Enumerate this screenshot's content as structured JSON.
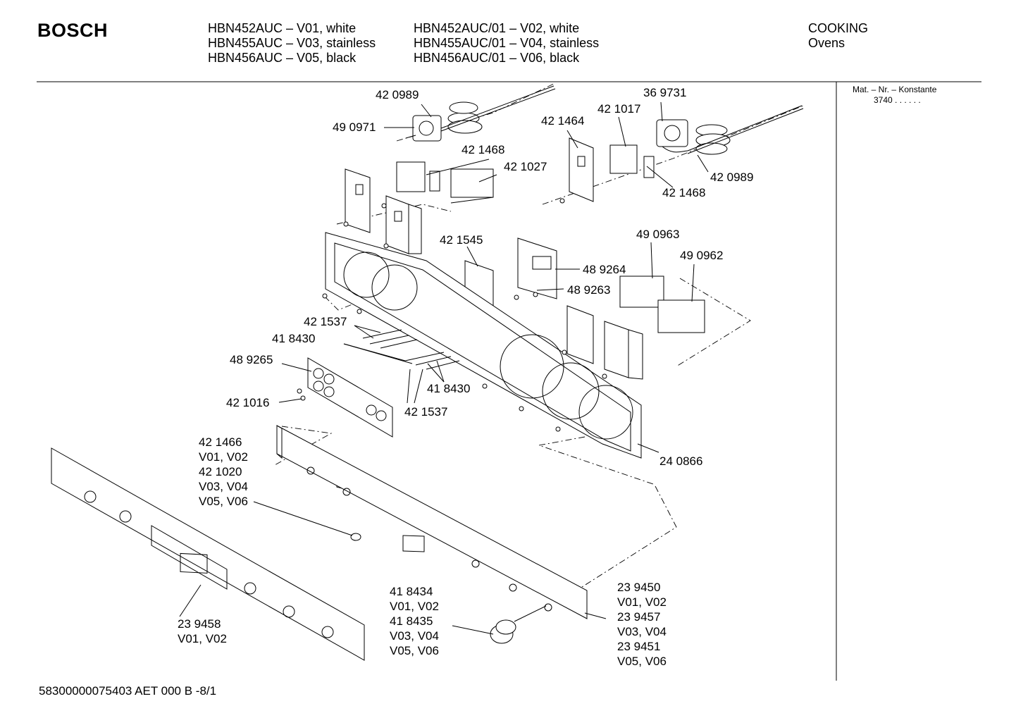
{
  "header": {
    "brand": "BOSCH",
    "models_left": [
      "HBN452AUC – V01, white",
      "HBN455AUC – V03, stainless",
      "HBN456AUC – V05, black"
    ],
    "models_right": [
      "HBN452AUC/01 – V02, white",
      "HBN455AUC/01 – V04, stainless",
      "HBN456AUC/01 – V06, black"
    ],
    "category": "COOKING",
    "subcategory": "Ovens"
  },
  "sidebar": {
    "mat_label": "Mat. – Nr. – Konstante",
    "mat_value": "3740  .  .  .  .  .  ."
  },
  "footer": {
    "doc_number": "58300000075403 AET 000 B -8/1"
  },
  "callouts": {
    "c1": "42 0989",
    "c2": "49 0971",
    "c3": "36 9731",
    "c4": "42 1017",
    "c5": "42 1464",
    "c6": "42 1468",
    "c7": "42 1027",
    "c8": "42 0989",
    "c9": "42 1468",
    "c10": "42 1545",
    "c11": "49 0963",
    "c12": "49 0962",
    "c13": "48 9264",
    "c14": "48 9263",
    "c15": "42 1537",
    "c16": "41 8430",
    "c17": "48 9265",
    "c18": "42 1016",
    "c19": "41 8430",
    "c20": "42 1537",
    "c21": "24 0866",
    "c22": [
      "42 1466",
      "V01, V02",
      "42 1020",
      "V03, V04",
      "V05, V06"
    ],
    "c23": [
      "23 9450",
      "V01, V02",
      "23 9457",
      "V03, V04",
      "23 9451",
      "V05, V06"
    ],
    "c24": [
      "41 8434",
      "V01, V02",
      "41 8435",
      "V03, V04",
      "V05, V06"
    ],
    "c25": [
      "23 9458",
      "V01, V02"
    ]
  }
}
